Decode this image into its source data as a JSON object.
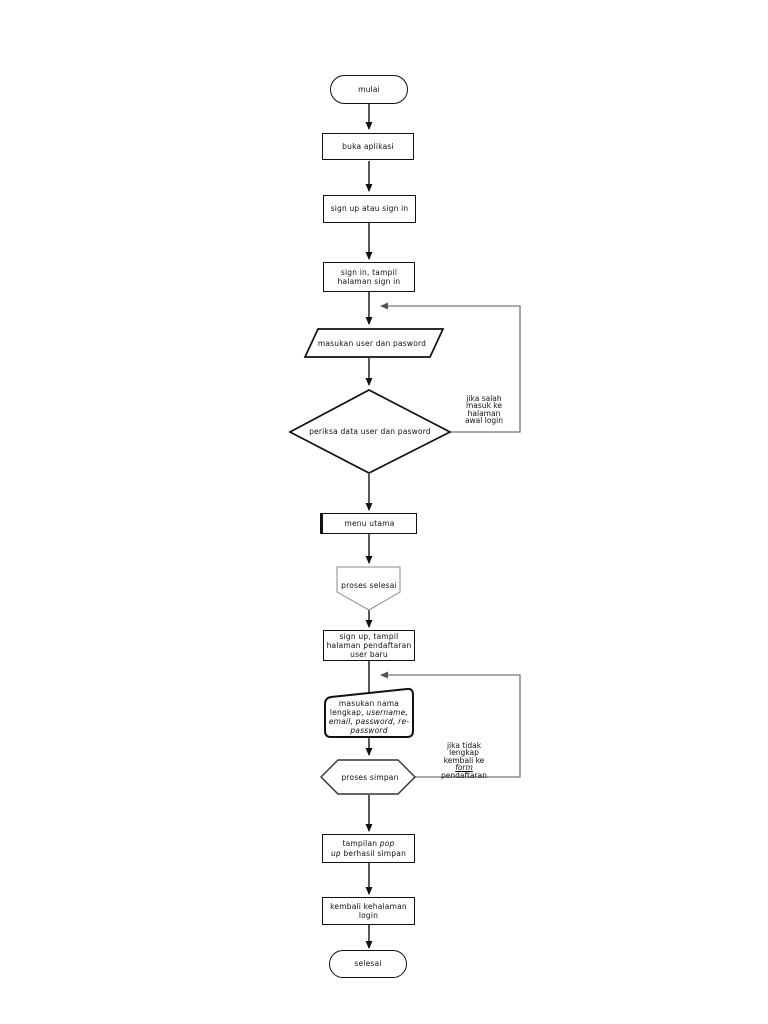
{
  "page": {
    "title": "flowchart-login-signup",
    "colors": {
      "background": "#ffffff",
      "ink": "#111111",
      "loop_line": "#777777"
    }
  },
  "nodes": {
    "start": {
      "label": "mulai"
    },
    "open_app": {
      "label": "buka aplikasi"
    },
    "signup_or_signin": {
      "label": "sign up atau sign in"
    },
    "signin_page": {
      "lines": [
        "sign in, tampil",
        "halaman sign in"
      ]
    },
    "input_credentials": {
      "label": "masukan user dan pasword"
    },
    "check_credentials": {
      "label": "periksa data user dan pasword"
    },
    "main_menu": {
      "label": "menu utama"
    },
    "process_done": {
      "label": "proses selesai"
    },
    "signup_page": {
      "lines": [
        "sign up, tampil",
        "halaman pendaftaran",
        "user baru"
      ]
    },
    "registration_input": {
      "l1": "masukan nama",
      "l2a": "lengkap, ",
      "l2b": "username,",
      "l3": "email, password, re-",
      "l4": "password"
    },
    "save_process": {
      "label": "proses simpan"
    },
    "popup_success": {
      "l1a": "tampilan ",
      "l1b": "pop",
      "l2a": "up",
      "l2b": " berhasil simpan"
    },
    "back_to_login": {
      "lines": [
        "kembali kehalaman",
        "login"
      ]
    },
    "end": {
      "label": "selesai"
    }
  },
  "annotations": {
    "wrong_login": {
      "lines": [
        "jika salah",
        "masuk ke",
        "halaman",
        "awal login"
      ]
    },
    "incomplete_form": {
      "lines": [
        "jika tidak",
        "lengkap",
        "kembali ke",
        "form",
        "pendaftaran"
      ]
    }
  }
}
